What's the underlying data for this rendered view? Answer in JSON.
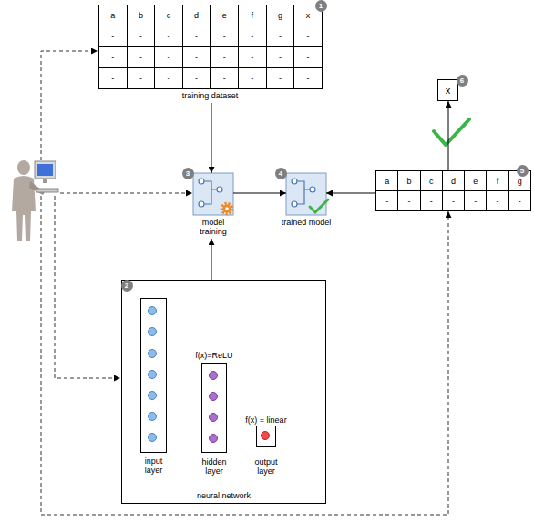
{
  "diagram": {
    "nodes": [
      {
        "text": [
          "a",
          "b",
          "c",
          "d",
          "e",
          "f",
          "g",
          "x",
          "-",
          "-",
          "-",
          "-",
          "-",
          "-",
          "-",
          "-",
          "-",
          "-",
          "-",
          "-",
          "-",
          "-",
          "-",
          "-",
          "-",
          "-",
          "-",
          "-",
          "-",
          "-",
          "-",
          "-",
          "training dataset"
        ]
      },
      {
        "text": [
          "x"
        ]
      },
      {
        "text": [
          "model training"
        ]
      },
      {
        "text": [
          "trained model"
        ]
      },
      {
        "text": [
          "a",
          "b",
          "c",
          "d",
          "e",
          "f",
          "g",
          "-",
          "-",
          "-",
          "-",
          "-",
          "-",
          "-"
        ]
      },
      {
        "text": [
          "neural network"
        ]
      },
      {
        "text": [
          "input layer"
        ],
        "in": 5
      },
      {
        "text": [
          "f(x)=ReLU",
          "hidden layer"
        ],
        "in": 5
      },
      {
        "text": [
          "f(x) = linear",
          "output layer"
        ],
        "in": 5
      }
    ],
    "edges": [
      {
        "from": 0,
        "to": 2,
        "arrow": "to"
      },
      {
        "from": 5,
        "to": 2,
        "arrow": "to"
      },
      {
        "from": 2,
        "to": 3,
        "arrow": "to"
      },
      {
        "from": 4,
        "to": 3,
        "arrow": "to"
      },
      {
        "from": 4,
        "to": 1,
        "arrow": "to"
      }
    ],
    "labels": [
      "1",
      "2",
      "3",
      "4",
      "5",
      "6"
    ]
  }
}
